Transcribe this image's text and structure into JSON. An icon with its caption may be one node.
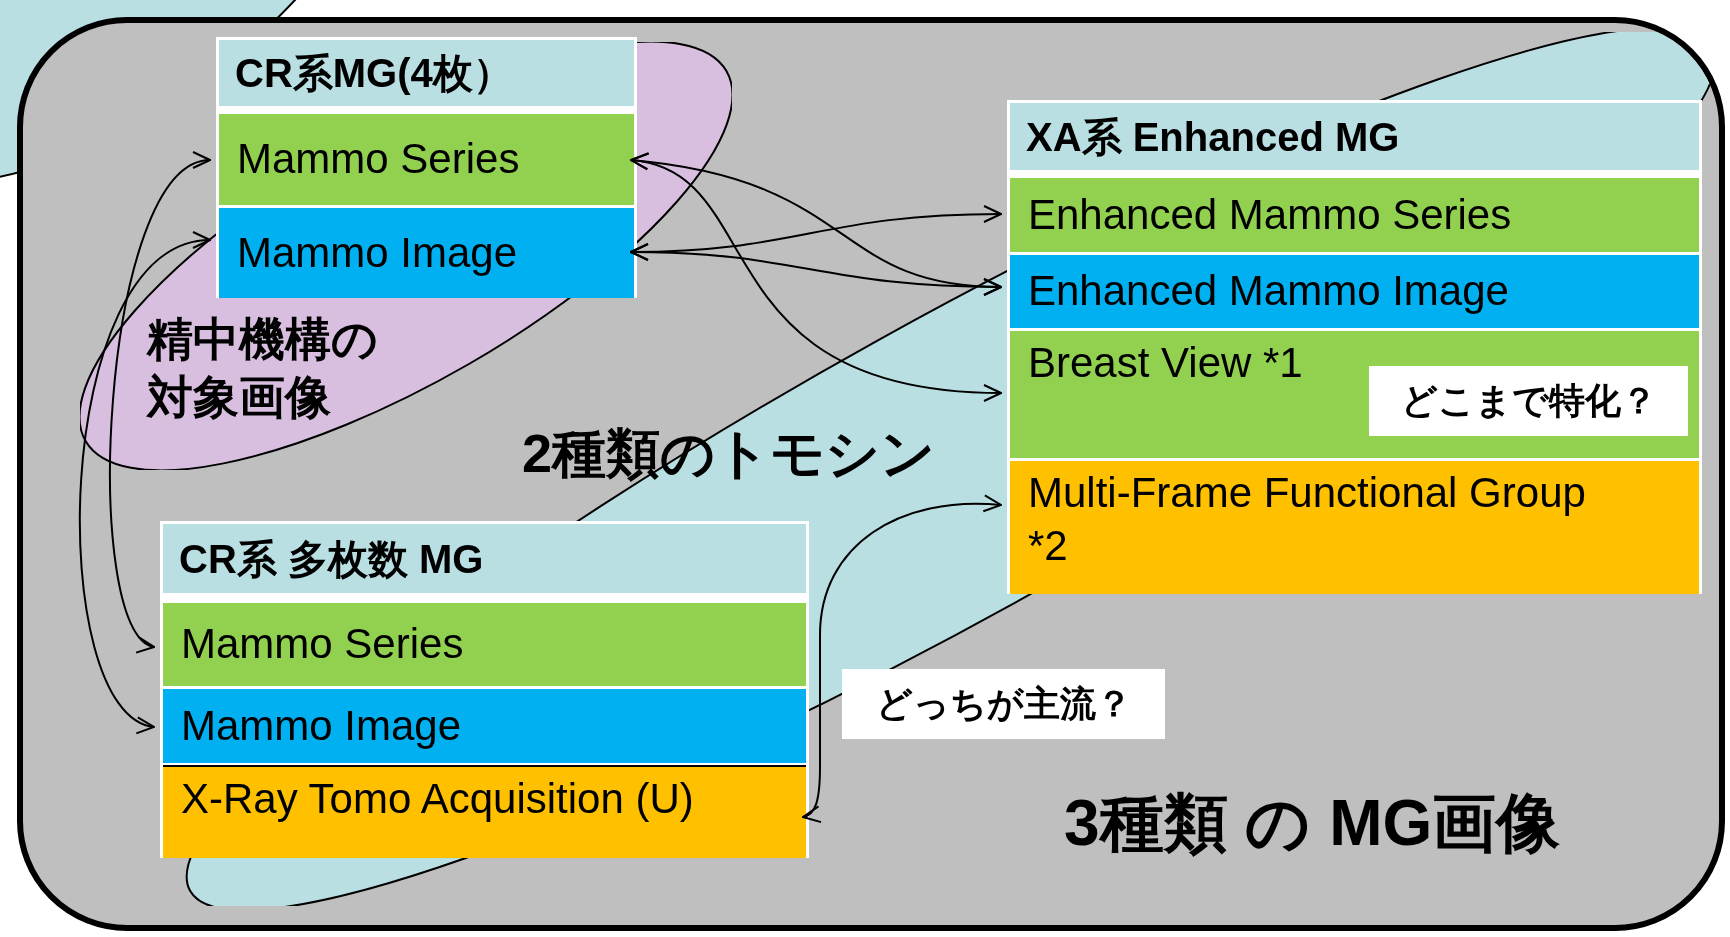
{
  "diagram": {
    "nodes": [
      {
        "text": [
          "3種類 の MG画像"
        ]
      },
      {
        "text": [
          "精中機構の対象画像"
        ],
        "in": 0
      },
      {
        "text": [
          "2種類のトモシン"
        ],
        "in": 0
      },
      {
        "text": [
          "CR系MG(4枚）"
        ],
        "in": 1
      },
      {
        "text": [
          "Mammo Series"
        ],
        "in": 3
      },
      {
        "text": [
          "Mammo Image"
        ],
        "in": 3
      },
      {
        "text": [
          "XA系 Enhanced MG"
        ],
        "in": 2
      },
      {
        "text": [
          "Enhanced Mammo Series"
        ],
        "in": 6
      },
      {
        "text": [
          "Enhanced Mammo Image"
        ],
        "in": 6
      },
      {
        "text": [
          "Breast View *1"
        ],
        "in": 6
      },
      {
        "text": [
          "どこまで特化？"
        ],
        "in": 9
      },
      {
        "text": [
          "Multi-Frame Functional Group *2"
        ],
        "in": 6
      },
      {
        "text": [
          "CR系 多枚数 MG"
        ],
        "in": 2
      },
      {
        "text": [
          "Mammo Series"
        ],
        "in": 12
      },
      {
        "text": [
          "Mammo Image"
        ],
        "in": 12
      },
      {
        "text": [
          "X-Ray Tomo Acquisition (U)"
        ],
        "in": 12
      },
      {
        "text": [
          "どっちが主流？"
        ],
        "in": 0
      }
    ],
    "edges": [
      {
        "from": 4,
        "to": 8,
        "arrow": "both"
      },
      {
        "from": 4,
        "to": 9,
        "arrow": "both"
      },
      {
        "from": 5,
        "to": 7,
        "arrow": "both"
      },
      {
        "from": 5,
        "to": 8,
        "arrow": "both"
      },
      {
        "from": 4,
        "to": 13,
        "arrow": "both"
      },
      {
        "from": 5,
        "to": 14,
        "arrow": "both"
      },
      {
        "from": 11,
        "to": 15,
        "arrow": "both"
      }
    ]
  }
}
